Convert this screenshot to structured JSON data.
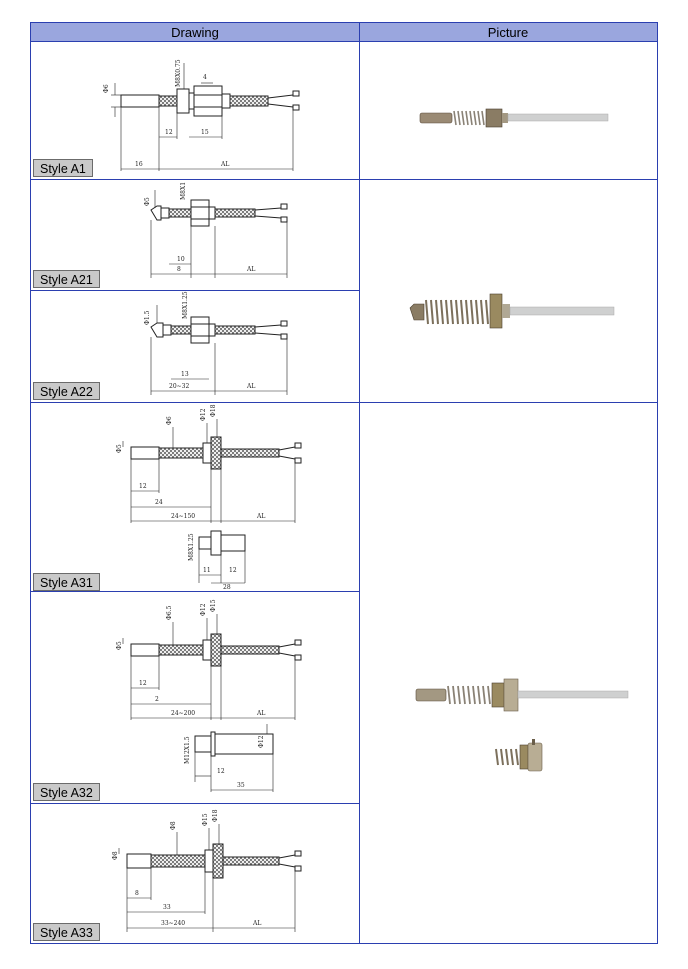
{
  "table": {
    "headers": {
      "drawing": "Drawing",
      "picture": "Picture"
    },
    "rows": [
      {
        "style": "Style A1",
        "dims": [
          "Φ6",
          "M8X0.75",
          "4",
          "12",
          "15",
          "16",
          "AL"
        ]
      },
      {
        "style": "Style A21",
        "dims": [
          "Φ5",
          "M8X1",
          "10",
          "8",
          "AL"
        ]
      },
      {
        "style": "Style A22",
        "dims": [
          "Φ1.5",
          "M8X1.25",
          "13",
          "20~32",
          "AL"
        ]
      },
      {
        "style": "Style A31",
        "dims": [
          "Φ5",
          "Φ6",
          "Φ12",
          "Φ18",
          "12",
          "24",
          "24~150",
          "AL",
          "M8X1.25",
          "11",
          "12",
          "28"
        ]
      },
      {
        "style": "Style A32",
        "dims": [
          "Φ5",
          "Φ6.5",
          "Φ12",
          "Φ15",
          "12",
          "2",
          "24~200",
          "AL",
          "M12X1.5",
          "Φ12",
          "12",
          "35"
        ]
      },
      {
        "style": "Style A33",
        "dims": [
          "Φ8",
          "Φ8",
          "Φ15",
          "Φ18",
          "8",
          "33",
          "33~240",
          "AL"
        ]
      }
    ]
  },
  "colors": {
    "border": "#2b3fb0",
    "header": "#9aa6de",
    "label_bg": "#c9c9c9"
  }
}
